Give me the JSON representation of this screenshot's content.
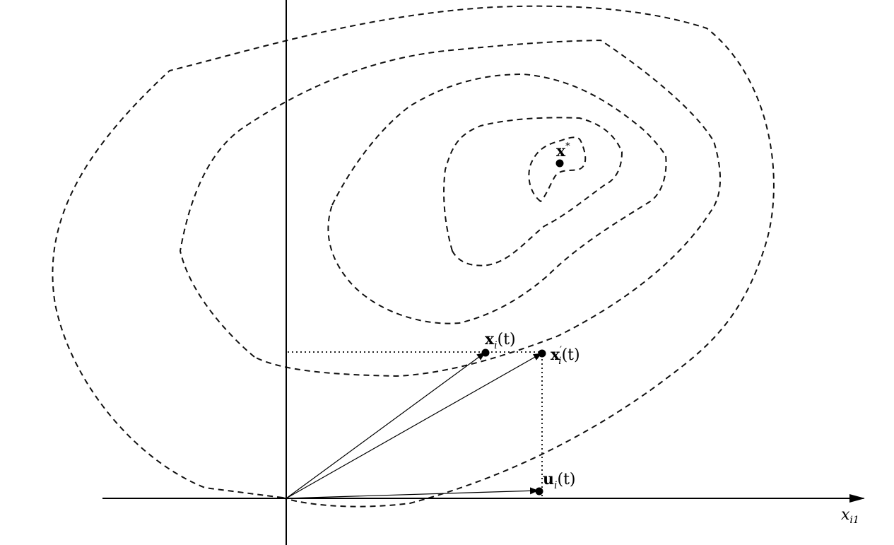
{
  "labels": {
    "optimum": {
      "base": "x",
      "sup": "*"
    },
    "position": {
      "base": "x",
      "sub": "i",
      "arg": "(t)"
    },
    "new_position": {
      "base": "x",
      "sup": "′",
      "sub": "i",
      "arg": "(t)"
    },
    "velocity": {
      "base": "u",
      "sub": "i",
      "arg": "(t)"
    },
    "x_axis": {
      "base": "x",
      "sub": "i1"
    }
  }
}
